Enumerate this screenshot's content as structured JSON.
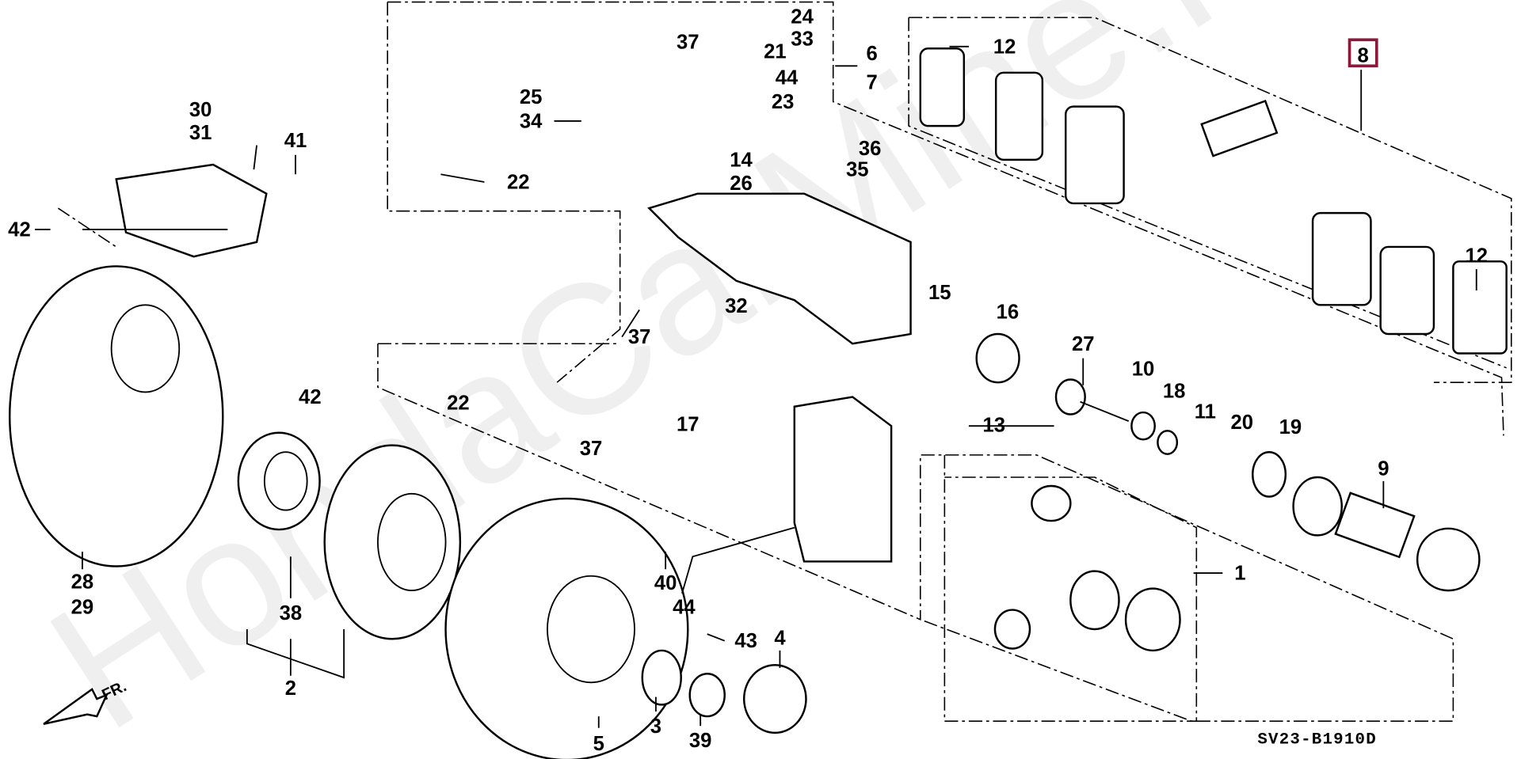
{
  "diagram": {
    "code": "SV23-B1910D",
    "watermark": "HondaCarMine.ru",
    "direction_label": "FR.",
    "highlight_color": "#8b1a3a",
    "highlighted_part": "8",
    "labels": [
      "24",
      "33",
      "21",
      "44",
      "23",
      "37",
      "6",
      "7",
      "25",
      "34",
      "12",
      "8",
      "30",
      "31",
      "41",
      "36",
      "35",
      "14",
      "26",
      "22",
      "42",
      "15",
      "16",
      "32",
      "37",
      "22",
      "42",
      "27",
      "10",
      "18",
      "11",
      "20",
      "19",
      "12",
      "13",
      "9",
      "37",
      "17",
      "1",
      "28",
      "29",
      "38",
      "2",
      "40",
      "44",
      "43",
      "4",
      "5",
      "3",
      "39"
    ]
  }
}
